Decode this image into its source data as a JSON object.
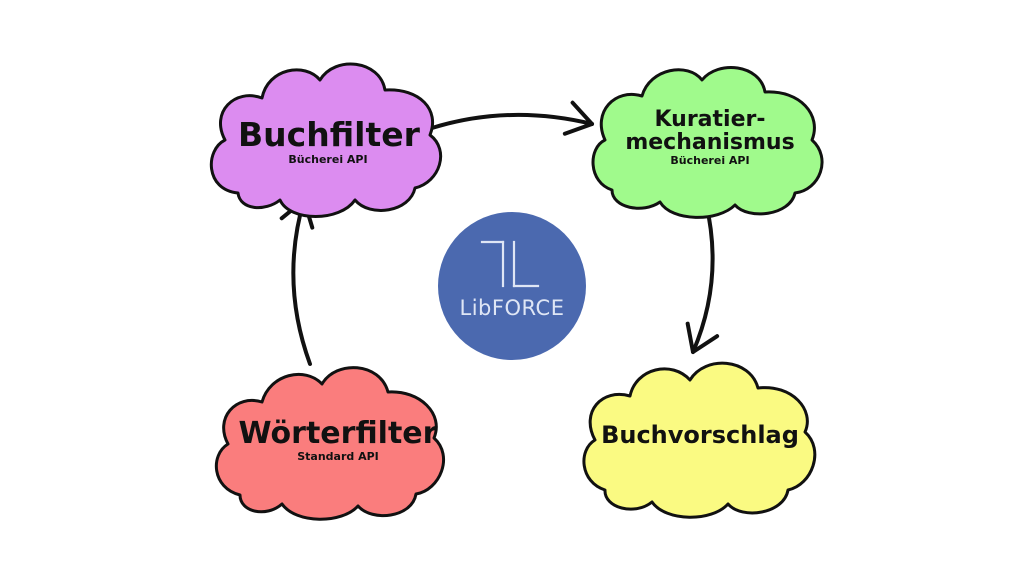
{
  "diagram": {
    "nodes": [
      {
        "id": "buchfilter",
        "title": "Buchfilter",
        "subtitle": "Bücherei API",
        "color": "#dc8cf0"
      },
      {
        "id": "kuratier",
        "title": "Kuratier-\nmechanismus",
        "subtitle": "Bücherei API",
        "color": "#a0fa8c"
      },
      {
        "id": "buchvorschlag",
        "title": "Buchvorschlag",
        "subtitle": "",
        "color": "#fafa82"
      },
      {
        "id": "woerterfilter",
        "title": "Wörterfilter",
        "subtitle": "Standard API",
        "color": "#fa7d7d"
      }
    ],
    "edges": [
      {
        "from": "buchfilter",
        "to": "kuratier"
      },
      {
        "from": "kuratier",
        "to": "buchvorschlag"
      },
      {
        "from": "woerterfilter",
        "to": "buchfilter"
      }
    ],
    "logo": {
      "text": "LibFORCE",
      "color": "#4b69af"
    }
  }
}
